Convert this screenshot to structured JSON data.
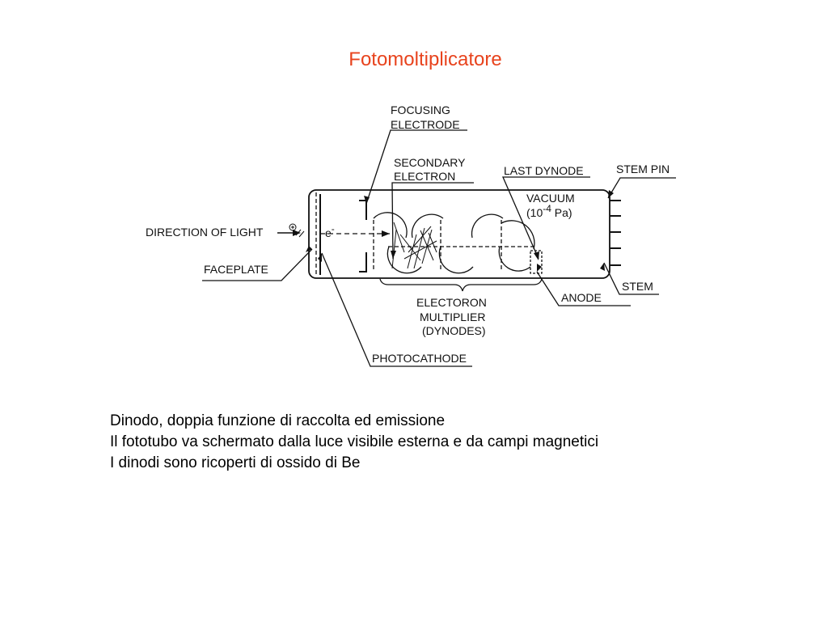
{
  "title": "Fotomoltiplicatore",
  "diagram": {
    "labels": {
      "focusing_1": "FOCUSING",
      "focusing_2": "ELECTRODE",
      "secondary_1": "SECONDARY",
      "secondary_2": "ELECTRON",
      "last_dynode": "LAST DYNODE",
      "stem_pin": "STEM PIN",
      "vacuum_1": "VACUUM",
      "vacuum_2a": "(10",
      "vacuum_exp": "-4",
      "vacuum_2b": " Pa)",
      "direction": "DIRECTION OF LIGHT",
      "faceplate": "FACEPLATE",
      "electron": "e",
      "electron_sup": "-",
      "anode": "ANODE",
      "stem": "STEM",
      "multiplier_1": "ELECTORON",
      "multiplier_2": "MULTIPLIER",
      "multiplier_3": "(DYNODES)",
      "photocathode": "PHOTOCATHODE"
    }
  },
  "bullets": [
    "Dinodo, doppia funzione di raccolta ed emissione",
    "Il fototubo va schermato dalla luce visibile esterna e da campi magnetici",
    "I dinodi sono ricoperti di ossido di Be"
  ],
  "colors": {
    "title": "#e8431d",
    "ink": "#111111"
  }
}
